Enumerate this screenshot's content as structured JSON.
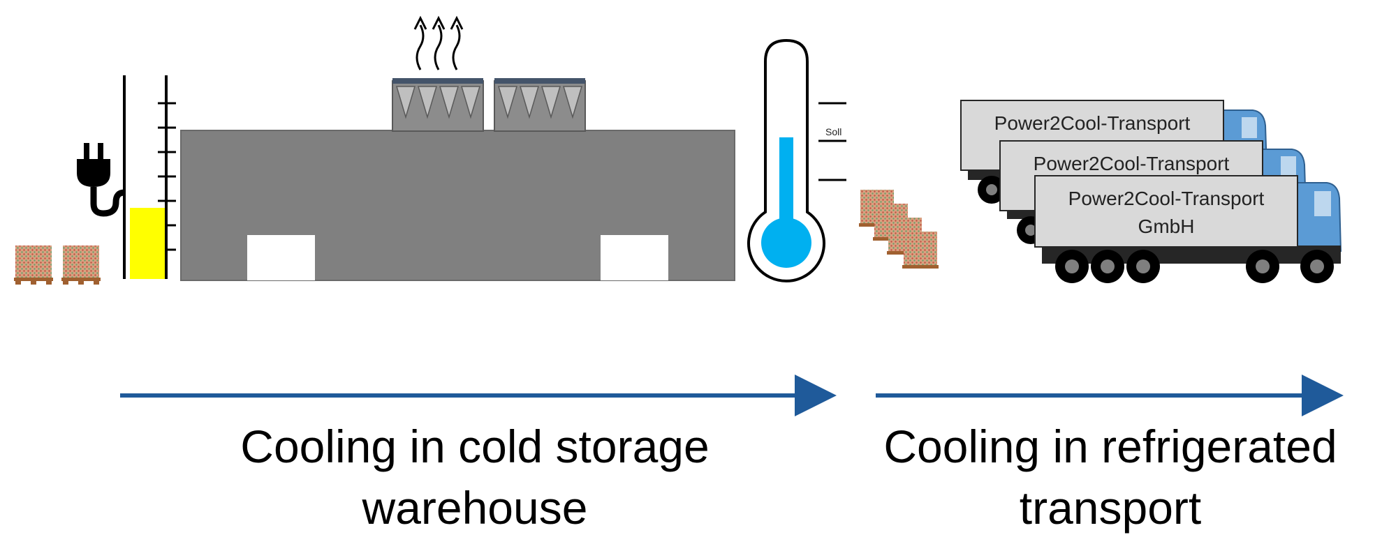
{
  "thermometer": {
    "label": "Soll",
    "fill_level": 0.55
  },
  "trucks": [
    {
      "lines": [
        "Power2Cool-Transport"
      ]
    },
    {
      "lines": [
        "Power2Cool-Transport"
      ]
    },
    {
      "lines": [
        "Power2Cool-Transport",
        "GmbH"
      ]
    }
  ],
  "captions": {
    "left_line1": "Cooling in cold storage",
    "left_line2": "warehouse",
    "right_line1": "Cooling in refrigerated",
    "right_line2": "transport"
  },
  "colors": {
    "warehouse": "#808080",
    "arrow": "#1f5a9a",
    "cooling": "#00b0f0",
    "battery": "#ffff00",
    "truck_cab": "#5b9bd5",
    "truck_box": "#d9d9d9",
    "pallet": "#c09060"
  },
  "icons": [
    "plug-icon",
    "battery-icon",
    "condenser-unit-icon",
    "heat-exhaust-icon",
    "thermometer-icon",
    "pallet-icon",
    "truck-icon",
    "arrow-icon"
  ]
}
